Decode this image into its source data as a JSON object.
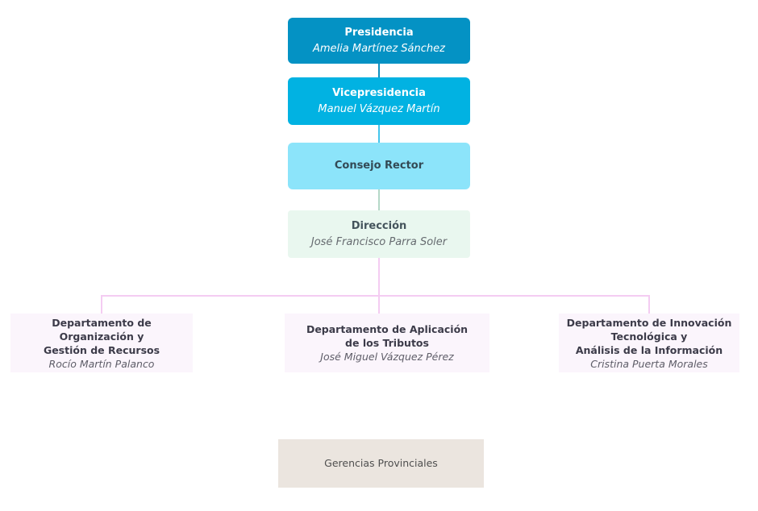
{
  "org_chart": {
    "presidencia": {
      "title": "Presidencia",
      "name": "Amelia Martínez Sánchez"
    },
    "vicepresidencia": {
      "title": "Vicepresidencia",
      "name": "Manuel Vázquez Martín"
    },
    "consejo_rector": {
      "title": "Consejo Rector"
    },
    "direccion": {
      "title": "Dirección",
      "name": "José Francisco Parra Soler"
    },
    "departamentos": [
      {
        "title_lines": [
          "Departamento de Organización y",
          "Gestión de Recursos"
        ],
        "name": "Rocío Martín Palanco"
      },
      {
        "title_lines": [
          "Departamento de Aplicación",
          "de los Tributos"
        ],
        "name": "José Miguel Vázquez Pérez"
      },
      {
        "title_lines": [
          "Departamento de Innovación",
          "Tecnológica y",
          "Análisis de la Información"
        ],
        "name": "Cristina Puerta Morales"
      }
    ],
    "gerencias_provinciales": {
      "title": "Gerencias Provinciales"
    },
    "colors": {
      "presidencia_bg": "#0492c4",
      "vicepresidencia_bg": "#01b2e2",
      "consejo_rector_bg": "#8ce4fa",
      "direccion_bg": "#e9f7ef",
      "departamento_bg": "#fbf5fc",
      "gerencias_bg": "#ebe5df",
      "connector_presidencia": "#0d90c0",
      "connector_vicepresidencia": "#44c5ec",
      "connector_direccion": "#b5d8c7",
      "connector_departamentos": "#f4ccf2",
      "text_on_blue": "#ffffff",
      "text_dark": "#3c3b49"
    }
  }
}
